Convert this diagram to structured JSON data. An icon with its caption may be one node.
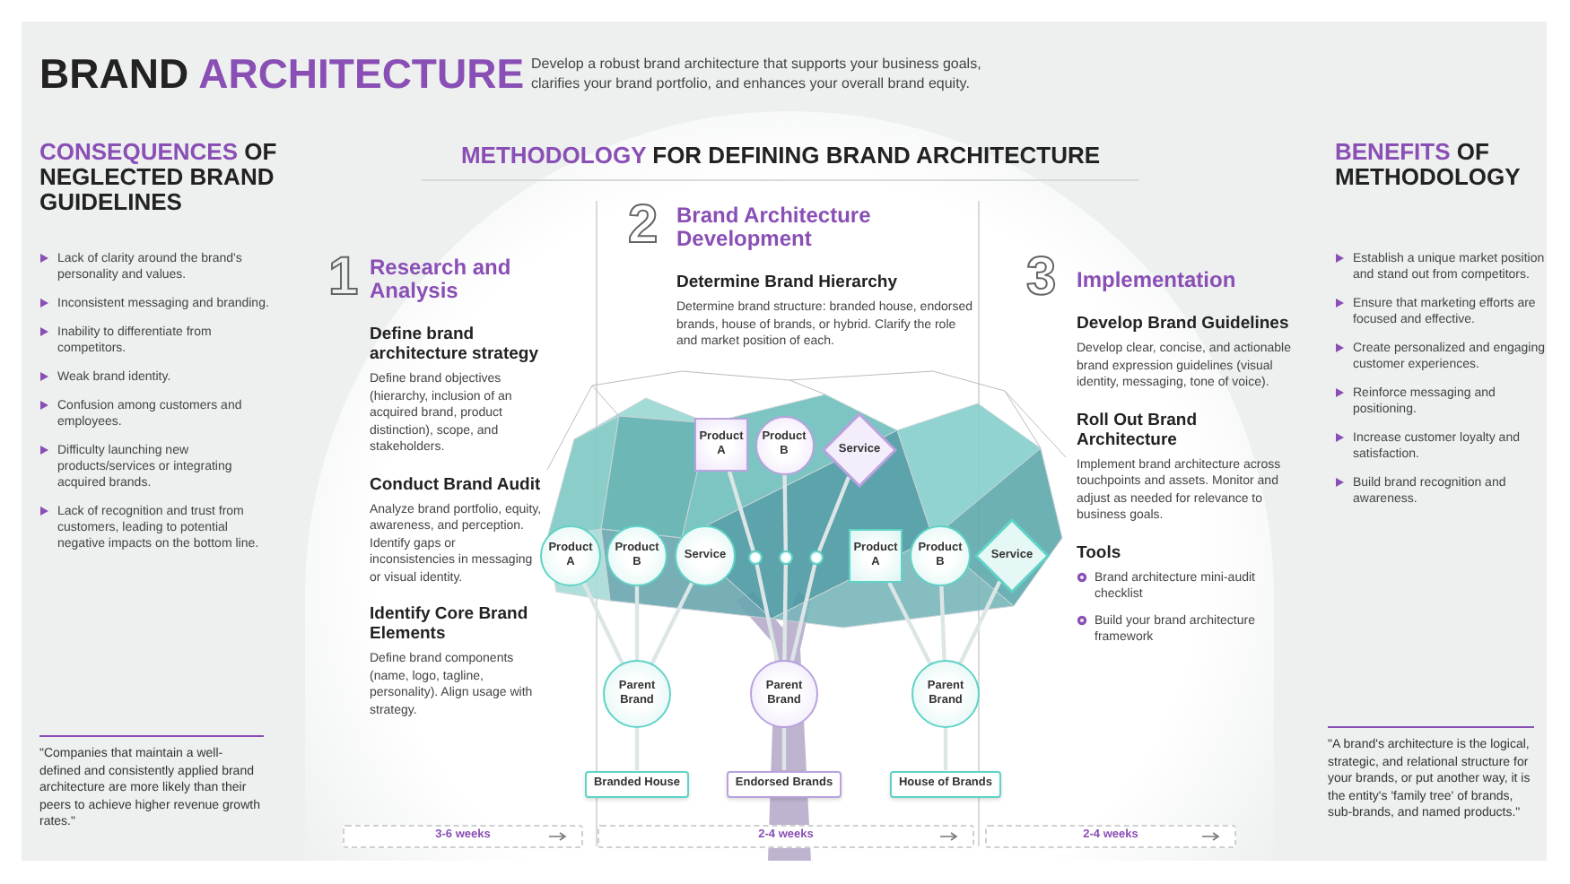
{
  "diagram": {
    "title": "BRAND ARCHITECTURE",
    "nodes": [
      {
        "text": [
          "Product A"
        ]
      },
      {
        "text": [
          "Product B"
        ]
      },
      {
        "text": [
          "Service"
        ]
      },
      {
        "text": [
          "Product A"
        ]
      },
      {
        "text": [
          "Product B"
        ]
      },
      {
        "text": [
          "Service"
        ]
      },
      {
        "text": [],
        "shape": "circle"
      },
      {
        "text": [],
        "shape": "circle"
      },
      {
        "text": [],
        "shape": "circle"
      },
      {
        "text": [
          "Product A"
        ]
      },
      {
        "text": [
          "Product B"
        ]
      },
      {
        "text": [
          "Service"
        ]
      },
      {
        "text": [
          "Parent Brand"
        ]
      },
      {
        "text": [
          "Parent Brand"
        ]
      },
      {
        "text": [
          "Parent Brand"
        ]
      },
      {
        "text": [
          "Branded House"
        ]
      },
      {
        "text": [
          "Endorsed Brands"
        ]
      },
      {
        "text": [
          "House of Brands"
        ]
      },
      {
        "text": [
          "3-6 weeks"
        ]
      },
      {
        "text": [
          "2-4 weeks"
        ]
      },
      {
        "text": [
          "2-4 weeks"
        ]
      }
    ],
    "edges": [
      {
        "from": 12,
        "to": 3,
        "arrow": "none"
      },
      {
        "from": 12,
        "to": 4,
        "arrow": "none"
      },
      {
        "from": 12,
        "to": 5,
        "arrow": "none"
      },
      {
        "from": 12,
        "to": 15,
        "arrow": "none"
      },
      {
        "from": 13,
        "to": 6,
        "arrow": "none"
      },
      {
        "from": 13,
        "to": 7,
        "arrow": "none"
      },
      {
        "from": 13,
        "to": 8,
        "arrow": "none"
      },
      {
        "from": 6,
        "to": 0,
        "arrow": "none"
      },
      {
        "from": 7,
        "to": 1,
        "arrow": "none"
      },
      {
        "from": 8,
        "to": 2,
        "arrow": "none"
      },
      {
        "from": 13,
        "to": 16,
        "arrow": "none"
      },
      {
        "from": 14,
        "to": 9,
        "arrow": "none"
      },
      {
        "from": 14,
        "to": 10,
        "arrow": "none"
      },
      {
        "from": 14,
        "to": 11,
        "arrow": "none"
      },
      {
        "from": 14,
        "to": 17,
        "arrow": "none"
      }
    ],
    "labels": [
      "Develop a robust brand architecture that supports your business goals, clarifies your brand portfolio, and enhances your overall brand equity.",
      "CONSEQUENCES OF NEGLECTED BRAND GUIDELINES",
      "Lack of clarity around the brand's personality and values.",
      "Inconsistent messaging and branding.",
      "Inability to differentiate from competitors.",
      "Weak brand identity.",
      "Confusion among customers and employees.",
      "Difficulty launching new products/services or integrating acquired brands.",
      "Lack of recognition and trust from customers, leading to potential negative impacts on the bottom line.",
      "\"Companies that maintain a well-defined and consistently applied brand architecture are more likely than their peers to achieve higher revenue growth rates.\"",
      "METHODOLOGY FOR DEFINING BRAND ARCHITECTURE",
      "1",
      "Research and Analysis",
      "Define brand architecture strategy",
      "Define brand objectives (hierarchy, inclusion of an acquired brand, product distinction), scope, and stakeholders.",
      "Conduct Brand Audit",
      "Analyze brand portfolio, equity, awareness, and perception. Identify gaps or inconsistencies in messaging or visual identity.",
      "Identify Core Brand Elements",
      "Define brand components (name, logo, tagline, personality). Align usage with strategy.",
      "2",
      "Brand Architecture Development",
      "Determine Brand Hierarchy",
      "Determine brand structure: branded house, endorsed brands, house of brands, or hybrid. Clarify the role and market position of each.",
      "3",
      "Implementation",
      "Develop Brand Guidelines",
      "Develop clear, concise, and actionable brand expression guidelines (visual identity, messaging, tone of voice).",
      "Roll Out Brand Architecture",
      "Implement brand architecture across touchpoints and assets. Monitor and adjust as needed for relevance to business goals.",
      "Tools",
      "Brand architecture mini-audit checklist",
      "Build your brand architecture framework",
      "BENEFITS OF METHODOLOGY",
      "Establish a unique market position and stand out from competitors.",
      "Ensure that marketing efforts are focused and effective.",
      "Create personalized and engaging customer experiences.",
      "Reinforce messaging and positioning.",
      "Increase customer loyalty and satisfaction.",
      "Build brand recognition and awareness.",
      "\"A brand's architecture is the logical, strategic, and relational structure for your brands, or put another way, it is the entity's 'family tree' of brands, sub-brands, and named products.\""
    ]
  }
}
